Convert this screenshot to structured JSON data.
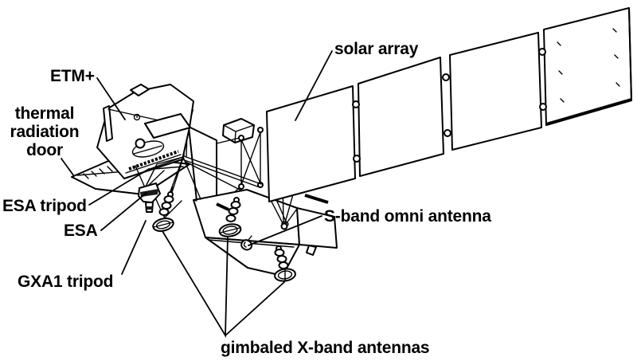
{
  "diagram": {
    "type": "satellite-line-drawing",
    "colors": {
      "ink": "#000000",
      "background": "#ffffff"
    },
    "labels": {
      "etm": {
        "text": "ETM+"
      },
      "thermal_door": {
        "line1": "thermal",
        "line2": "radiation",
        "line3": "door"
      },
      "esa_tripod": {
        "text": "ESA tripod"
      },
      "esa": {
        "text": "ESA"
      },
      "gxa1_tripod": {
        "text": "GXA1 tripod"
      },
      "solar_array": {
        "text": "solar array"
      },
      "s_band": {
        "text": "S-band omni antenna"
      },
      "x_band": {
        "text": "gimbaled X-band antennas"
      }
    },
    "parts": [
      "ETM+ instrument",
      "thermal radiation door",
      "ESA tripod",
      "ESA",
      "GXA1 tripod",
      "solar array (4 panels)",
      "S-band omni antenna",
      "3 gimbaled X-band antennas",
      "spacecraft bus"
    ]
  }
}
